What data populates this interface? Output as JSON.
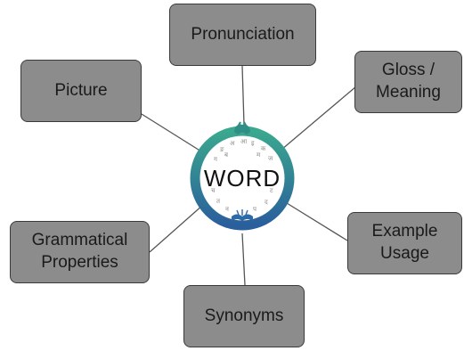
{
  "center": {
    "label": "WORD"
  },
  "nodes": {
    "pronunciation": "Pronunciation",
    "picture": "Picture",
    "gloss": "Gloss /\nMeaning",
    "grammatical": "Grammatical\nProperties",
    "example": "Example\nUsage",
    "synonyms": "Synonyms"
  },
  "colors": {
    "node_fill": "#8c8c8c",
    "node_border": "#3a3a3a",
    "ring_top": "#3aa88e",
    "ring_bottom": "#2a5e9c",
    "connector": "#555555"
  },
  "icons": [
    "hands-icon",
    "open-book-icon",
    "script-characters-pattern"
  ]
}
